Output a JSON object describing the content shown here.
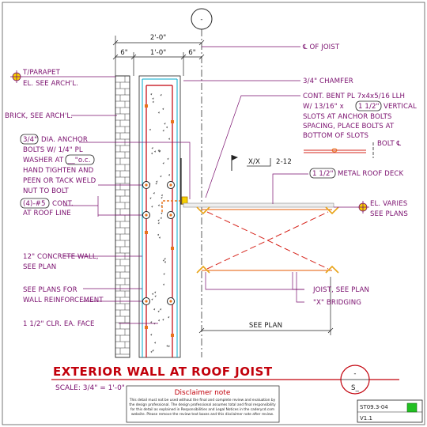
{
  "colors": {
    "concrete_outline": "#00aacc",
    "rebar": "#c2000b",
    "leader": "#7a0f6e",
    "title": "#c2000b",
    "joist": "#e65a00",
    "status_ok": "#22c022"
  },
  "icons": [
    "target-icon",
    "level-marker-icon",
    "section-bubble-icon",
    "flag-icon",
    "status-square-icon"
  ],
  "bubbles": {
    "top_bubble": "-",
    "section_top": "-",
    "section_bottom": "S_"
  },
  "dimensions": {
    "overall": "2'-0\"",
    "left": "6\"",
    "middle": "1'-0\"",
    "right": "6\""
  },
  "slope": {
    "label": "X/X",
    "ratio": "2-12"
  },
  "labels": {
    "parapet_1": "T/PARAPET",
    "parapet_2": "EL. SEE ARCH'L.",
    "joist_cl": "℄ OF JOIST",
    "chamfer": "3/4\" CHAMFER",
    "brick": "BRICK, SEE ARCH'L.",
    "bent_pl_1": "CONT. BENT PL 7x4x5/16 LLH",
    "bent_pl_2a": "W/ 13/16\" x",
    "bent_pl_2box": "1 1/2\"",
    "bent_pl_2b": "VERTICAL",
    "bent_pl_3": "SLOTS AT ANCHOR BOLTS",
    "bent_pl_4": "SPACING, PLACE BOLTS AT",
    "bent_pl_5": "BOTTOM OF SLOTS",
    "bolt_cl": "BOLT ℄",
    "anchor_box": "3/4\"",
    "anchor_1": "DIA. ANCHOR",
    "anchor_2": "BOLTS W/ 1/4\" PL",
    "anchor_3a": "WASHER AT",
    "anchor_3box": "__\"o.c.",
    "anchor_4": "HAND TIGHTEN AND",
    "anchor_5": "PEEN OR TACK WELD",
    "anchor_6": "NUT TO BOLT",
    "deck_box": "1 1/2\"",
    "deck": "METAL ROOF DECK",
    "cont_box": "(4)-#5",
    "cont_1": "CONT.",
    "cont_2": "AT ROOF LINE",
    "el_varies": "EL. VARIES",
    "see_plans": "SEE PLANS",
    "wall_1": "12\" CONCRETE WALL,",
    "wall_2": "SEE PLAN",
    "joist_see": "JOIST, SEE PLAN",
    "bridging": "\"X\" BRIDGING",
    "reinf_1": "SEE PLANS FOR",
    "reinf_2": "WALL REINFORCEMENT",
    "clr": "1 1/2\" CLR. EA. FACE",
    "see_plan_dim": "SEE PLAN"
  },
  "title": {
    "main": "EXTERIOR WALL AT ROOF JOIST",
    "scale": "SCALE: 3/4\" = 1'-0\""
  },
  "disclaimer": {
    "heading": "Disclaimer note",
    "lines": [
      "This detail must not be used without the final and complete review and evaluation by",
      "the design professional. The design professional assumes total and final responsibility",
      "for this detail as explained in Responsibilities and Legal Notices in the caderycd.com",
      "website. Please remove the review text boxes and this disclaimer note after review."
    ]
  },
  "sheet": {
    "number": "ST09.3-04",
    "version": "V1.1"
  }
}
